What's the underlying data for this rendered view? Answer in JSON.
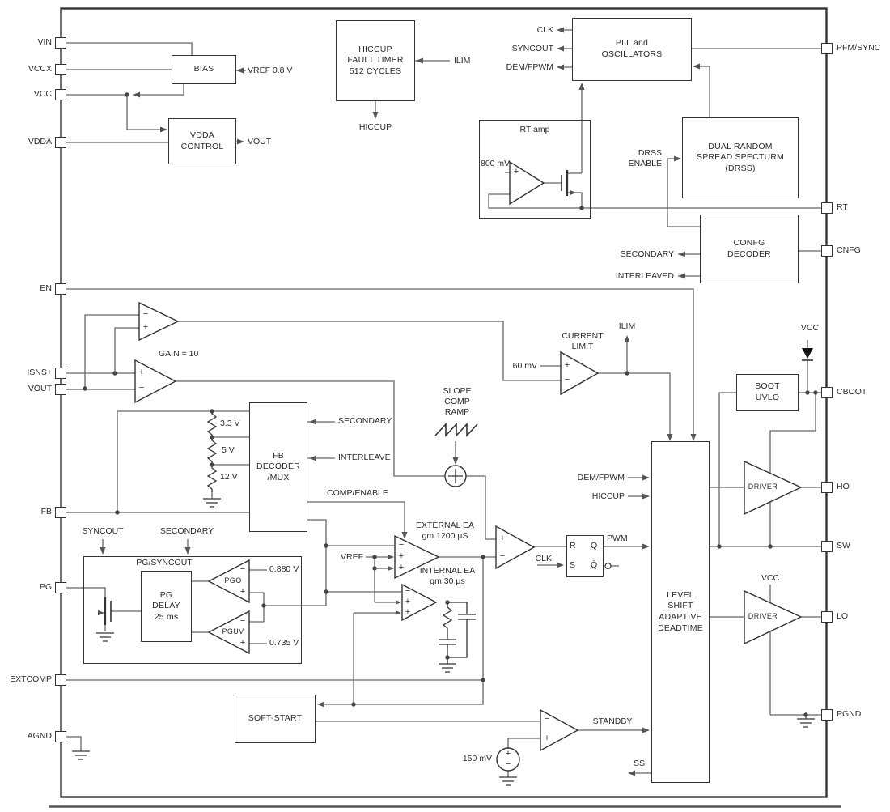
{
  "pins": {
    "left": [
      "VIN",
      "VCCX",
      "VCC",
      "VDDA",
      "EN",
      "ISNS+",
      "VOUT",
      "FB",
      "PG",
      "EXTCOMP",
      "AGND"
    ],
    "right": [
      "PFM/SYNC",
      "RT",
      "CNFG",
      "CBOOT",
      "HO",
      "SW",
      "LO",
      "PGND"
    ]
  },
  "blocks": {
    "bias": "BIAS",
    "vdda": [
      "VDDA",
      "CONTROL"
    ],
    "hiccup_timer": [
      "HICCUP",
      "FAULT TIMER",
      "512 CYCLES"
    ],
    "pll": [
      "PLL and",
      "OSCILLATORS"
    ],
    "rt_amp": "RT amp",
    "drss": [
      "DUAL RANDOM",
      "SPREAD SPECTURM",
      "(DRSS)"
    ],
    "confg": [
      "CONFG",
      "DECODER"
    ],
    "fb_decoder": [
      "FB",
      "DECODER",
      "/MUX"
    ],
    "pg_syncout": "PG/SYNCOUT",
    "pg_delay": [
      "PG",
      "DELAY",
      "25 ms"
    ],
    "boot_uvlo": [
      "BOOT",
      "UVLO"
    ],
    "level_shift": [
      "LEVEL",
      "SHIFT",
      "ADAPTIVE",
      "DEADTIME"
    ],
    "soft_start": "SOFT-START",
    "driver": "DRIVER"
  },
  "labels": {
    "vref08": "VREF 0.8 V",
    "vout": "VOUT",
    "ilim": "ILIM",
    "hiccup": "HICCUP",
    "clk": "CLK",
    "syncout": "SYNCOUT",
    "dem_fpwm": "DEM/FPWM",
    "mv800": "800 mV",
    "drss_enable1": "DRSS",
    "drss_enable2": "ENABLE",
    "secondary": "SECONDARY",
    "interleaved": "INTERLEAVED",
    "interleave": "INTERLEAVE",
    "gain10": "GAIN = 10",
    "mv60": "60 mV",
    "current_limit1": "CURRENT",
    "current_limit2": "LIMIT",
    "slope1": "SLOPE",
    "slope2": "COMP",
    "slope3": "RAMP",
    "v33": "3.3 V",
    "v5": "5 V",
    "v12": "12 V",
    "comp_enable": "COMP/ENABLE",
    "ext_ea1": "EXTERNAL EA",
    "ext_ea2": "gm 1200 μS",
    "int_ea1": "INTERNAL EA",
    "int_ea2": "gm 30 μs",
    "vref": "VREF",
    "pwm": "PWM",
    "v0880": "0.880 V",
    "v0735": "0.735 V",
    "pgo": "PGO",
    "pguv": "PGUV",
    "vcc": "VCC",
    "standby": "STANDBY",
    "ss": "SS",
    "mv150": "150 mV",
    "r": "R",
    "s": "S",
    "q": "Q",
    "qbar": "Q̄",
    "plus": "+",
    "minus": "−"
  },
  "colors": {
    "wire": "#666666",
    "outline": "#333333",
    "text": "#2b2b2b",
    "background": "#ffffff"
  }
}
